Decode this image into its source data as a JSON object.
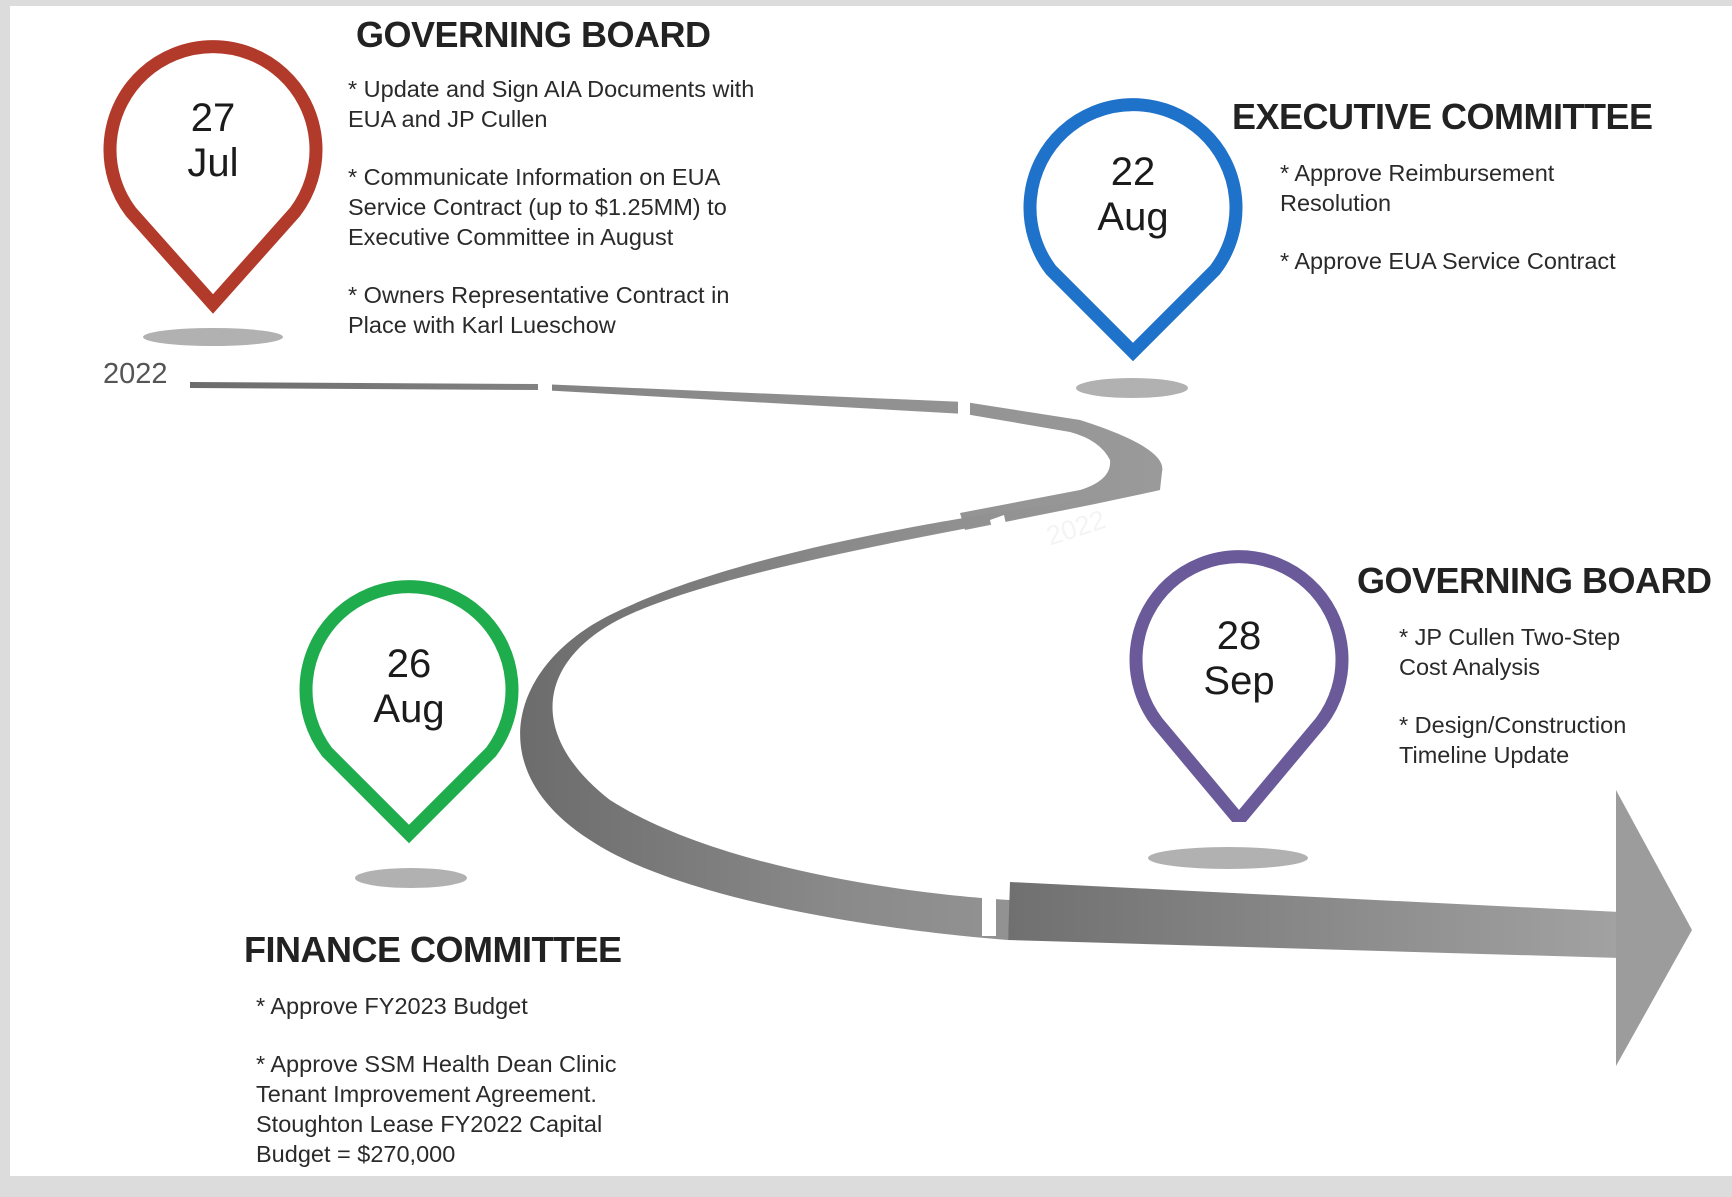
{
  "timeline": {
    "start_year": "2022",
    "road_year": "2022"
  },
  "milestones": [
    {
      "id": "jul27",
      "day": "27",
      "month": "Jul",
      "color": "#b23a2a",
      "heading": "GOVERNING BOARD",
      "items": [
        "* Update and Sign AIA Documents with EUA and JP Cullen",
        "* Communicate Information on EUA Service Contract (up to $1.25MM) to Executive Committee in August",
        "* Owners Representative Contract in Place with Karl Lueschow"
      ]
    },
    {
      "id": "aug22",
      "day": "22",
      "month": "Aug",
      "color": "#1f72c9",
      "heading": "EXECUTIVE COMMITTEE",
      "items": [
        "* Approve Reimbursement Resolution",
        "* Approve EUA Service Contract"
      ]
    },
    {
      "id": "aug26",
      "day": "26",
      "month": "Aug",
      "color": "#1fac4c",
      "heading": "FINANCE COMMITTEE",
      "items": [
        "* Approve FY2023 Budget",
        "* Approve SSM Health Dean Clinic Tenant Improvement Agreement. Stoughton Lease FY2022 Capital Budget = $270,000"
      ]
    },
    {
      "id": "sep28",
      "day": "28",
      "month": "Sep",
      "color": "#6a5a9a",
      "heading": "GOVERNING BOARD",
      "items": [
        "* JP Cullen Two-Step Cost Analysis",
        "* Design/Construction Timeline Update"
      ]
    }
  ]
}
